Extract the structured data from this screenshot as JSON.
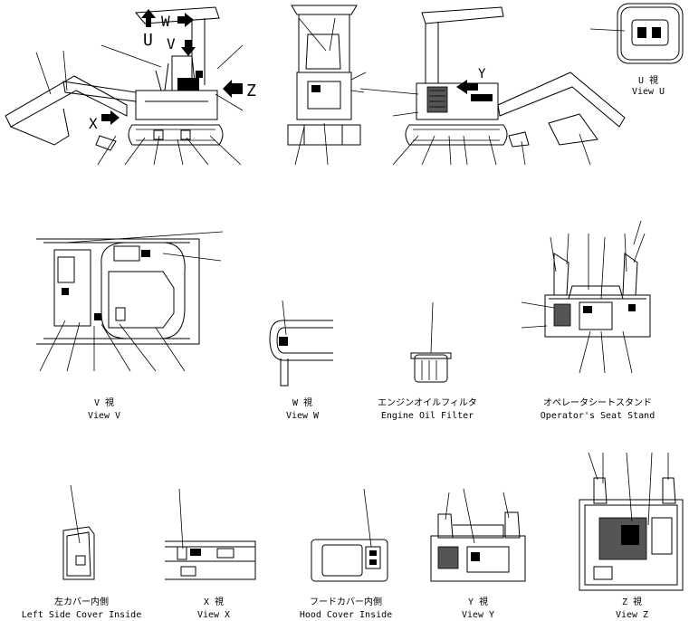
{
  "overview": {
    "arrow_letters": {
      "w": "W",
      "u": "U",
      "v": "V",
      "z": "Z",
      "x": "X",
      "y": "Y"
    }
  },
  "views": [
    {
      "jp": "U 視",
      "en": "View U"
    },
    {
      "jp": "V 視",
      "en": "View V"
    },
    {
      "jp": "W 視",
      "en": "View W"
    },
    {
      "jp": "エンジンオイルフィルタ",
      "en": "Engine Oil Filter"
    },
    {
      "jp": "オペレータシートスタンド",
      "en": "Operator's Seat Stand"
    },
    {
      "jp": "左カバー内側",
      "en": "Left Side Cover Inside"
    },
    {
      "jp": "X 視",
      "en": "View X"
    },
    {
      "jp": "フードカバー内側",
      "en": "Hood Cover Inside"
    },
    {
      "jp": "Y 視",
      "en": "View Y"
    },
    {
      "jp": "Z 視",
      "en": "View Z"
    }
  ],
  "colors": {
    "ink": "#000000",
    "paper": "#ffffff"
  }
}
